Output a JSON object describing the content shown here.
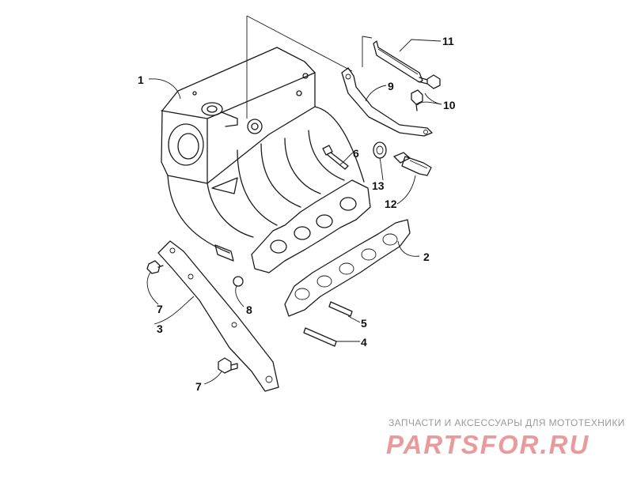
{
  "diagram": {
    "callouts": {
      "c1": "1",
      "c2": "2",
      "c3": "3",
      "c4": "4",
      "c5": "5",
      "c6": "6",
      "c7a": "7",
      "c7b": "7",
      "c8": "8",
      "c9": "9",
      "c10": "10",
      "c11": "11",
      "c12": "12",
      "c13": "13"
    },
    "line_color": "#1a1a1a"
  },
  "watermark": {
    "caption": "ЗАПЧАСТИ И АКСЕССУАРЫ ДЛЯ МОТОТЕХНИКИ",
    "logo": "PARTSFOR.RU",
    "logo_color": "#ea9a9a",
    "caption_color": "#9a9a9a"
  }
}
